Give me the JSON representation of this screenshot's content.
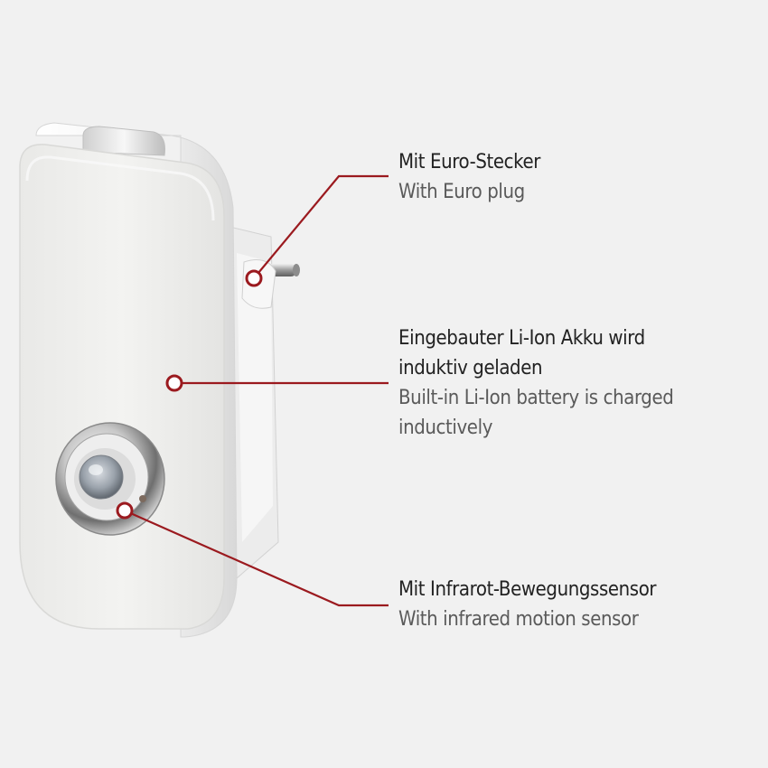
{
  "callouts": {
    "plug": {
      "de": "Mit Euro-Stecker",
      "en": "With Euro plug"
    },
    "battery": {
      "de_line1": "Eingebauter Li-Ion Akku wird",
      "de_line2": "induktiv geladen",
      "en_line1": "Built-in Li-Ion battery is charged",
      "en_line2": "inductively"
    },
    "sensor": {
      "de": "Mit Infrarot-Bewegungssensor",
      "en": "With infrared motion sensor"
    }
  },
  "colors": {
    "background": "#f1f1f1",
    "leader_line": "#9b1a1f",
    "marker_fill": "#ffffff"
  }
}
